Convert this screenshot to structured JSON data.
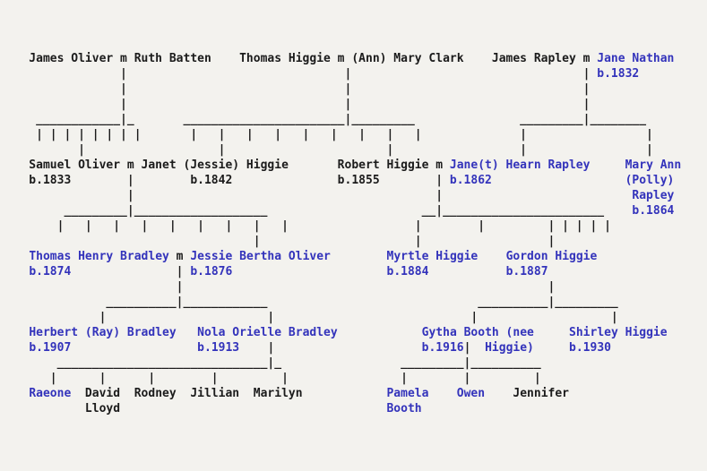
{
  "colors": {
    "background": "#f3f2ee",
    "ink": "#1b1b1b",
    "name_blue": "#3333bb"
  },
  "tree": {
    "lines": [
      [
        {
          "t": "    James Oliver m Ruth Batten    Thomas Higgie m (Ann) Mary Clark    James Rapley m ",
          "c": "ink"
        },
        {
          "t": "Jane Nathan",
          "c": "blue"
        }
      ],
      [
        {
          "t": "                 |                               |                                 | ",
          "c": "ink"
        },
        {
          "t": "b.1832",
          "c": "blue"
        }
      ],
      [
        {
          "t": "                 |                               |                                 |",
          "c": "ink"
        }
      ],
      [
        {
          "t": "                 |                               |                                 |",
          "c": "ink"
        }
      ],
      [
        {
          "t": "     ____________|_       _______________________|_________               _________|________",
          "c": "ink"
        }
      ],
      [
        {
          "t": "     | | | | | | | |       |   |   |   |   |   |   |   |   |              |                 |",
          "c": "ink"
        }
      ],
      [
        {
          "t": "           |                   |                       |                  |                 |",
          "c": "ink"
        }
      ],
      [
        {
          "t": "    Samuel Oliver m Janet (Jessie) Higgie       Robert Higgie m ",
          "c": "ink"
        },
        {
          "t": "Jane(t)",
          "c": "blue"
        },
        {
          "t": " ",
          "c": "ink"
        },
        {
          "t": "Hearn Rapley",
          "c": "blue"
        },
        {
          "t": "     ",
          "c": "ink"
        },
        {
          "t": "Mary Ann",
          "c": "blue"
        }
      ],
      [
        {
          "t": "    b.1833        |        b.1842               b.1855        | ",
          "c": "ink"
        },
        {
          "t": "b.1862",
          "c": "blue"
        },
        {
          "t": "                   ",
          "c": "ink"
        },
        {
          "t": "(Polly)",
          "c": "blue"
        }
      ],
      [
        {
          "t": "                  |                                           |                           ",
          "c": "ink"
        },
        {
          "t": "Rapley",
          "c": "blue"
        }
      ],
      [
        {
          "t": "         _________|___________________                      __|_______________________    ",
          "c": "ink"
        },
        {
          "t": "b.1864",
          "c": "blue"
        }
      ],
      [
        {
          "t": "        |   |   |   |   |   |   |   |   |                  |        |         | | | | |",
          "c": "ink"
        }
      ],
      [
        {
          "t": "                                    |                      |                  |",
          "c": "ink"
        }
      ],
      [
        {
          "t": "    ",
          "c": "ink"
        },
        {
          "t": "Thomas Henry Bradley",
          "c": "blue"
        },
        {
          "t": " m ",
          "c": "ink"
        },
        {
          "t": "Jessie Bertha Oliver",
          "c": "blue"
        },
        {
          "t": "        ",
          "c": "ink"
        },
        {
          "t": "Myrtle Higgie",
          "c": "blue"
        },
        {
          "t": "    ",
          "c": "ink"
        },
        {
          "t": "Gordon Higgie",
          "c": "blue"
        }
      ],
      [
        {
          "t": "    ",
          "c": "ink"
        },
        {
          "t": "b.1874",
          "c": "blue"
        },
        {
          "t": "               | ",
          "c": "ink"
        },
        {
          "t": "b.1876",
          "c": "blue"
        },
        {
          "t": "                      ",
          "c": "ink"
        },
        {
          "t": "b.1884",
          "c": "blue"
        },
        {
          "t": "           ",
          "c": "ink"
        },
        {
          "t": "b.1887",
          "c": "blue"
        }
      ],
      [
        {
          "t": "                         |                                                    |",
          "c": "ink"
        }
      ],
      [
        {
          "t": "               __________|____________                              __________|_________",
          "c": "ink"
        }
      ],
      [
        {
          "t": "              |                       |                            |                   |",
          "c": "ink"
        }
      ],
      [
        {
          "t": "    ",
          "c": "ink"
        },
        {
          "t": "Herbert (Ray) Bradley",
          "c": "blue"
        },
        {
          "t": "   ",
          "c": "ink"
        },
        {
          "t": "Nola Orielle Bradley",
          "c": "blue"
        },
        {
          "t": "            ",
          "c": "ink"
        },
        {
          "t": "Gytha Booth (nee",
          "c": "blue"
        },
        {
          "t": "     ",
          "c": "ink"
        },
        {
          "t": "Shirley Higgie",
          "c": "blue"
        }
      ],
      [
        {
          "t": "    ",
          "c": "ink"
        },
        {
          "t": "b.1907",
          "c": "blue"
        },
        {
          "t": "                  ",
          "c": "ink"
        },
        {
          "t": "b.1913",
          "c": "blue"
        },
        {
          "t": "    |                     ",
          "c": "ink"
        },
        {
          "t": "b.1916",
          "c": "blue"
        },
        {
          "t": "|  ",
          "c": "ink"
        },
        {
          "t": "Higgie)",
          "c": "blue"
        },
        {
          "t": "     ",
          "c": "ink"
        },
        {
          "t": "b.1930",
          "c": "blue"
        }
      ],
      [
        {
          "t": "        ______________________________|_                 _________|__________",
          "c": "ink"
        }
      ],
      [
        {
          "t": "       |      |      |        |         |                |        |         |",
          "c": "ink"
        }
      ],
      [
        {
          "t": "    ",
          "c": "ink"
        },
        {
          "t": "Raeone",
          "c": "blue"
        },
        {
          "t": "  David  Rodney  Jillian  Marilyn            ",
          "c": "ink"
        },
        {
          "t": "Pamela",
          "c": "blue"
        },
        {
          "t": "    ",
          "c": "ink"
        },
        {
          "t": "Owen",
          "c": "blue"
        },
        {
          "t": "    Jennifer",
          "c": "ink"
        }
      ],
      [
        {
          "t": "            Lloyd                                      ",
          "c": "ink"
        },
        {
          "t": "Booth",
          "c": "blue"
        }
      ]
    ]
  }
}
